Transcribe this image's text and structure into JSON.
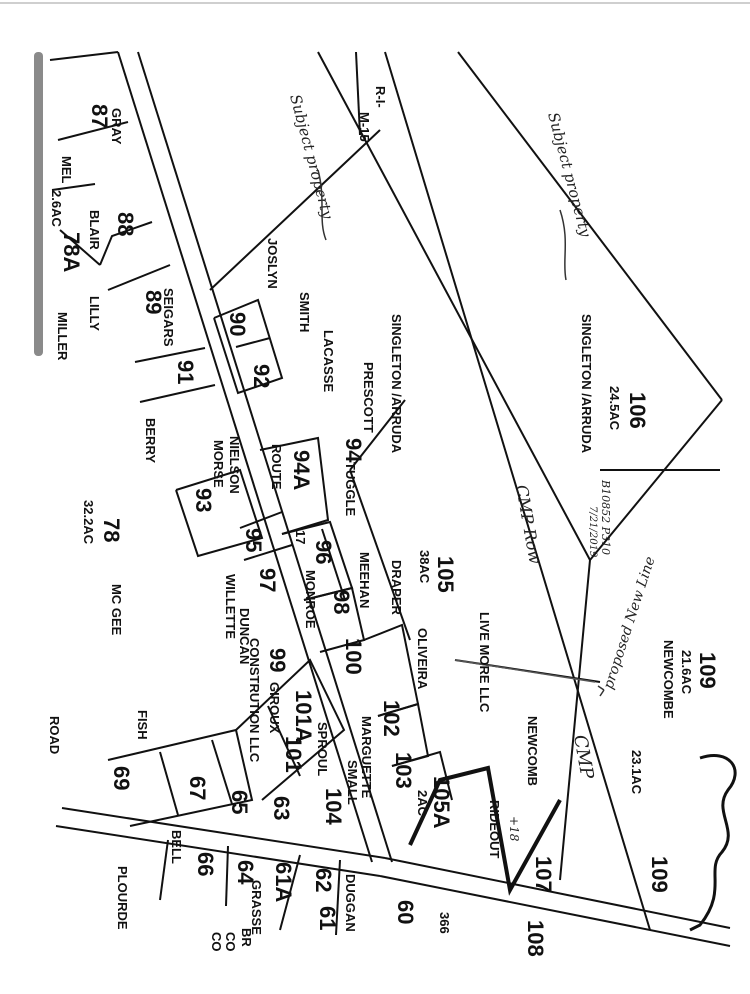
{
  "parcels": {
    "p87": "87",
    "p88": "88",
    "p78A": "78A",
    "p89": "89",
    "p91": "91",
    "p90": "90",
    "p92": "92",
    "p94A": "94A",
    "p94": "94",
    "p93": "93",
    "p95": "95",
    "p97": "97",
    "p96": "96",
    "p98": "98",
    "p100": "100",
    "p99": "99",
    "p101A": "101A",
    "p101": "101",
    "p102": "102",
    "p103": "103",
    "p104": "104",
    "p105": "105",
    "p105A": "105A",
    "p106": "106",
    "p107": "107",
    "p108": "108",
    "p109a": "109",
    "p109b": "109",
    "p78": "78",
    "p69": "69",
    "p67": "67",
    "p65": "65",
    "p63": "63",
    "p66": "66",
    "p64": "64",
    "p61A": "61A",
    "p62": "62",
    "p61": "61",
    "p60": "60",
    "p17": "17"
  },
  "acreage": {
    "a78": "32.2AC",
    "a105": "38AC",
    "a106": "24.5AC",
    "a109": "21.6AC",
    "a109b": "23.1AC",
    "a105A": "2AC",
    "amel": "2.6AC"
  },
  "owners": {
    "gray": "GRAY",
    "mel": "MEL",
    "blair": "BLAIR",
    "lilly": "LILLY",
    "miller": "MILLER",
    "seigars": "SEIGARS",
    "berry": "BERRY",
    "smith": "SMITH",
    "joslyn": "JOSLYN",
    "lacasse": "LACASSE",
    "prescott": "PRESCOTT",
    "singleton1": "SINGLETON /ARRUDA",
    "singleton2": "SINGLETON /ARRUDA",
    "nielson": "NIELSON",
    "morse": "MORSE",
    "tuggle": "TUGGLE",
    "meehan": "MEEHAN",
    "draper": "DRAPER",
    "willette": "WILLETTE",
    "duncan": "DUNCAN",
    "monroe": "MONROE",
    "mcgee": "MC GEE",
    "giroux": "GIROUX",
    "construction": "CONSTRUTION LLC",
    "oliveira": "OLIVEIRA",
    "livemore": "LIVE MORE LLC",
    "marguette": "MARGUETTE",
    "sproul": "SPROUL",
    "small": "SMALL",
    "rideout": "RIDEOUT",
    "newcomb1": "NEWCOMB",
    "newcomb2": "NEWCOMBE",
    "fish": "FISH",
    "bell": "BELL",
    "plourde": "PLOURDE",
    "grasse": "GRASSE",
    "duggan": "DUGGAN",
    "road": "ROAD",
    "route": "ROUTE",
    "ri": "R-I-",
    "m15": "M-15",
    "n366": "366",
    "br": "BR",
    "co": "CO",
    "co2": "CO"
  },
  "annotations": {
    "subject1": "Subject property",
    "subject2": "Subject property",
    "cmp1": "CMP Row",
    "cmp2": "CMP",
    "proposed": "proposed New Line",
    "book": "B10852 P310",
    "date": "7/21/2019",
    "plus18": "+18"
  }
}
